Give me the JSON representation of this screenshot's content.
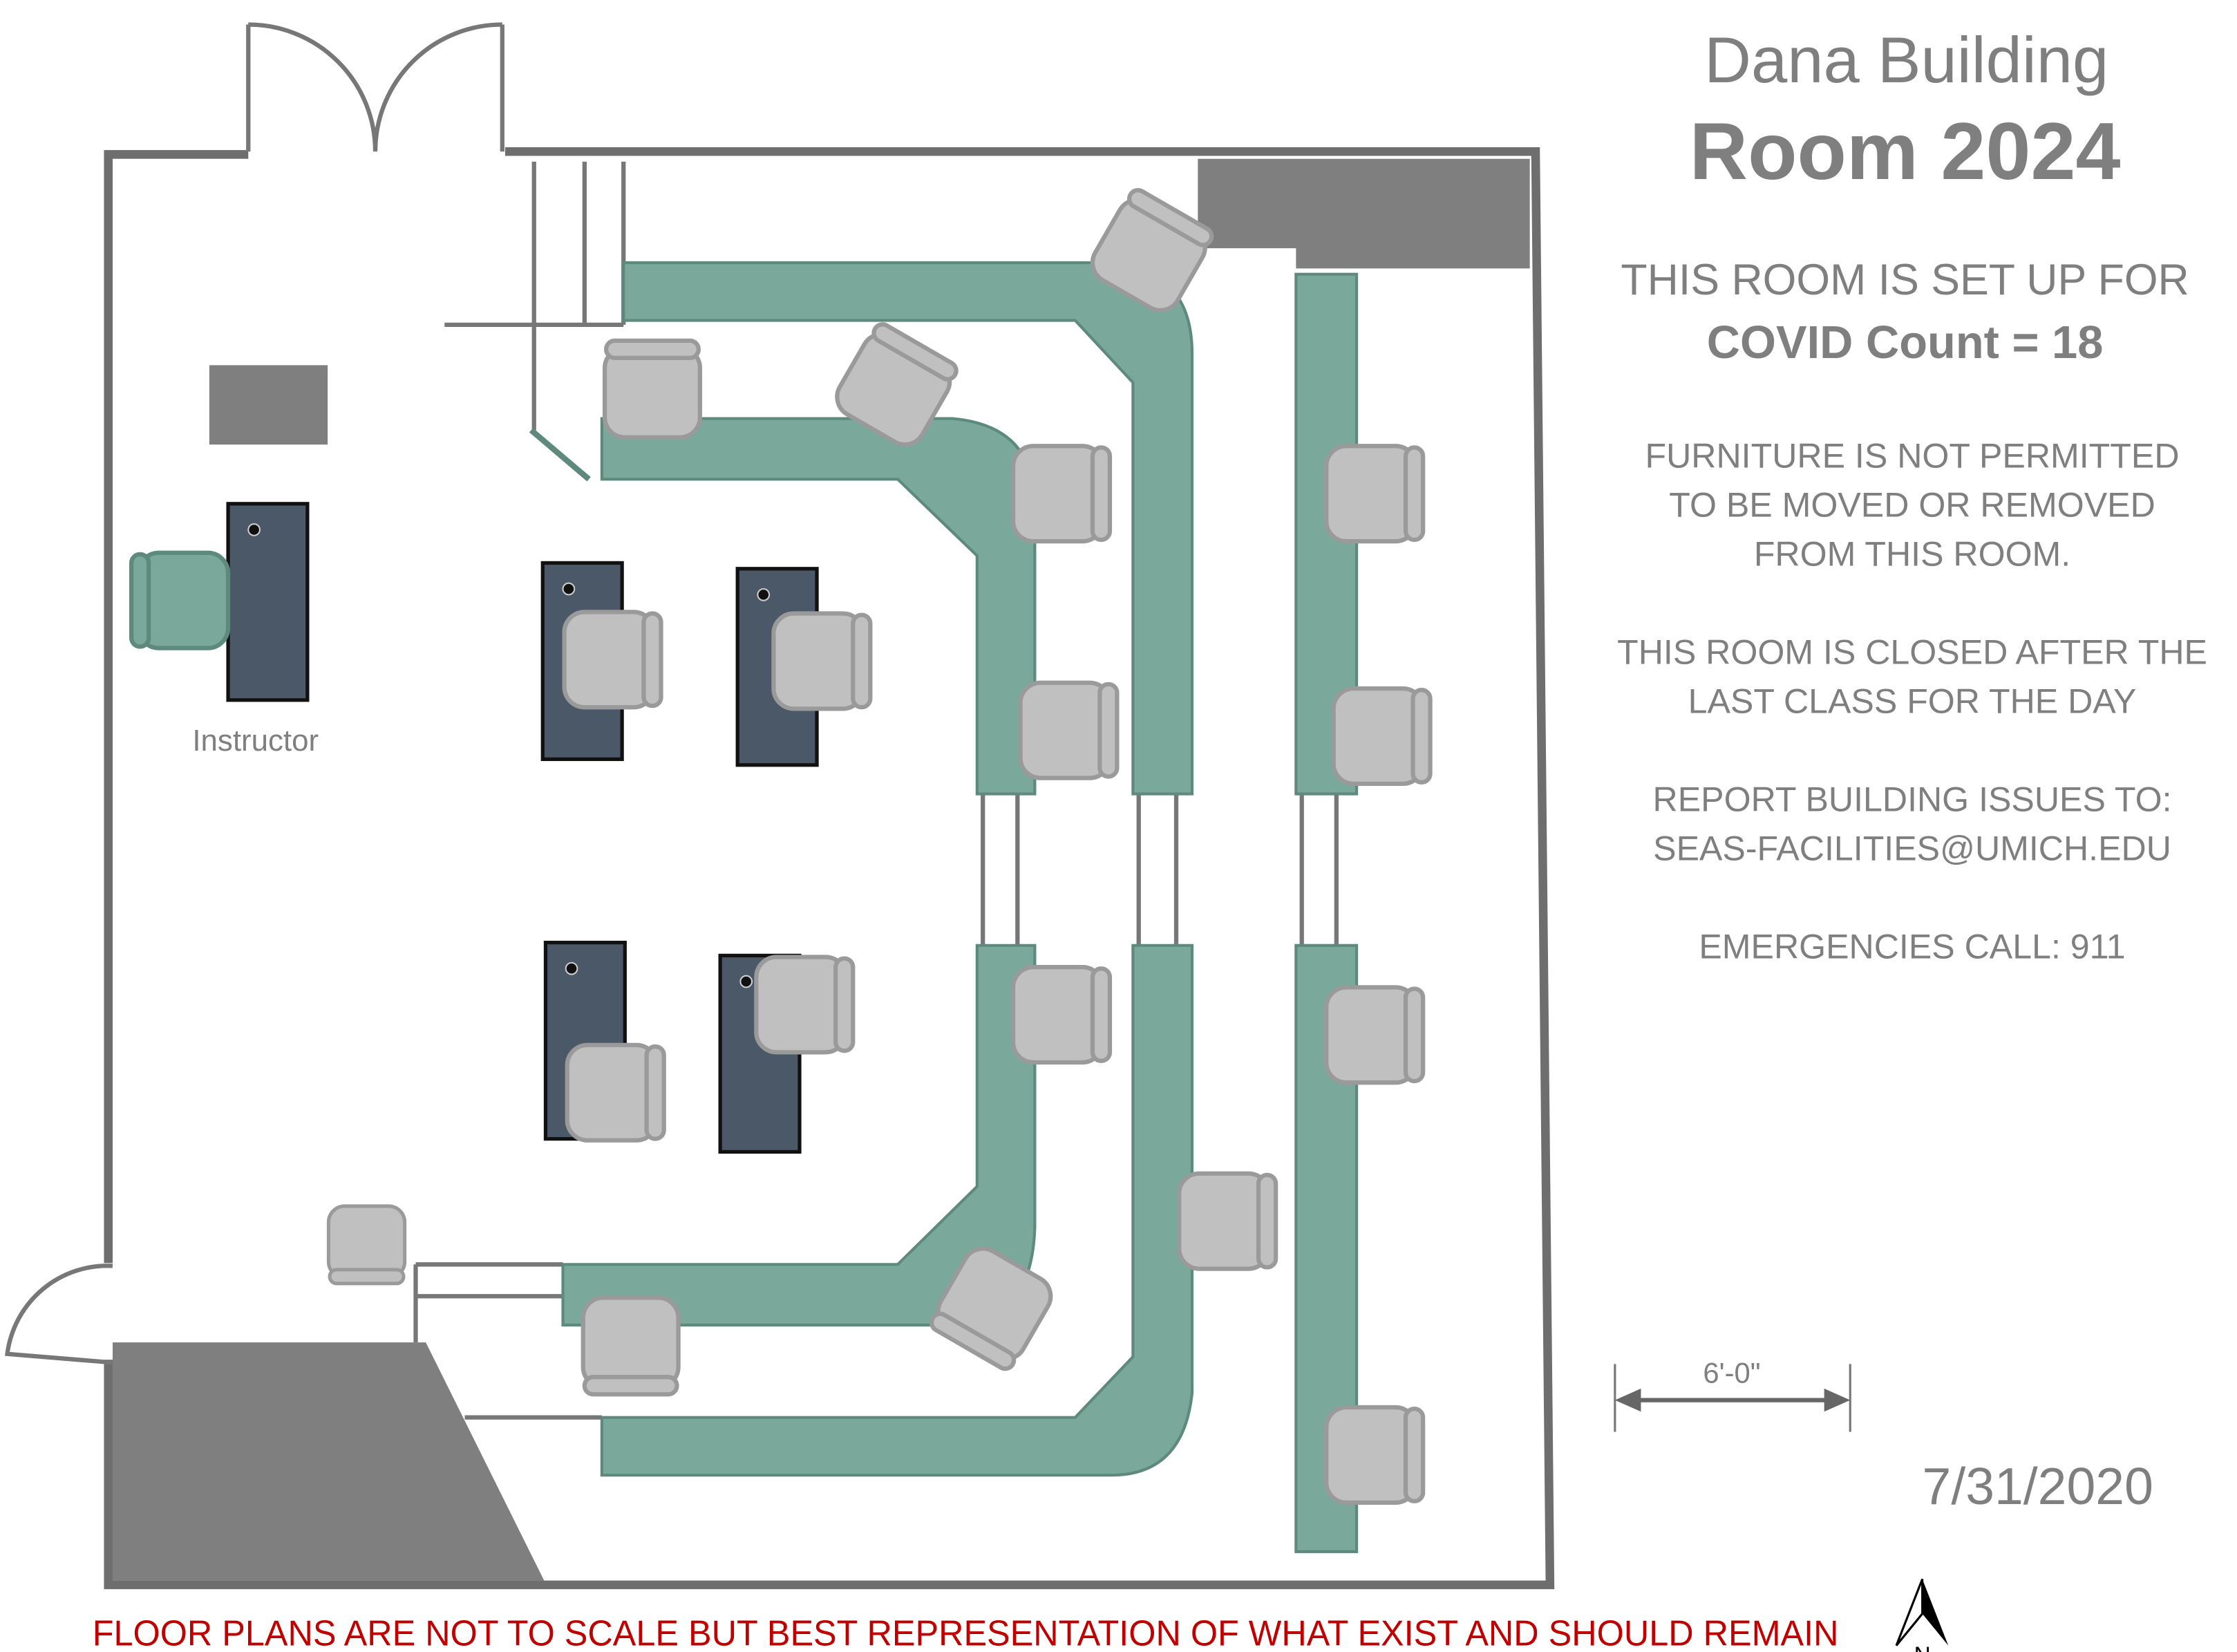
{
  "header": {
    "building": "Dana Building",
    "room": "Room 2024"
  },
  "notice": {
    "setup_line1": "THIS ROOM IS SET UP FOR",
    "setup_line2": "COVID Count = 18",
    "furniture": [
      "FURNITURE IS NOT PERMITTED",
      "TO BE MOVED OR REMOVED",
      "FROM THIS ROOM."
    ],
    "closed": [
      "THIS ROOM IS CLOSED AFTER THE",
      "LAST CLASS FOR THE DAY"
    ],
    "report": [
      "REPORT BUILDING ISSUES TO:",
      "SEAS-FACILITIES@UMICH.EDU"
    ],
    "emergency": "EMERGENCIES CALL: 911"
  },
  "plan": {
    "instructor_label": "Instructor",
    "scale_label": "6'-0\"",
    "date": "7/31/2020",
    "north_label": "N",
    "student_seat_count": 18
  },
  "footer": {
    "disclaimer": "FLOOR PLANS ARE NOT TO SCALE BUT BEST REPRESENTATION OF WHAT EXIST AND SHOULD REMAIN"
  },
  "colors": {
    "table": "#7aa89a",
    "desk": "#4a5868",
    "chair": "#c0c0c0",
    "wall": "#6e6e6e",
    "text": "#7f7f7f",
    "disclaimer": "#c00000"
  }
}
